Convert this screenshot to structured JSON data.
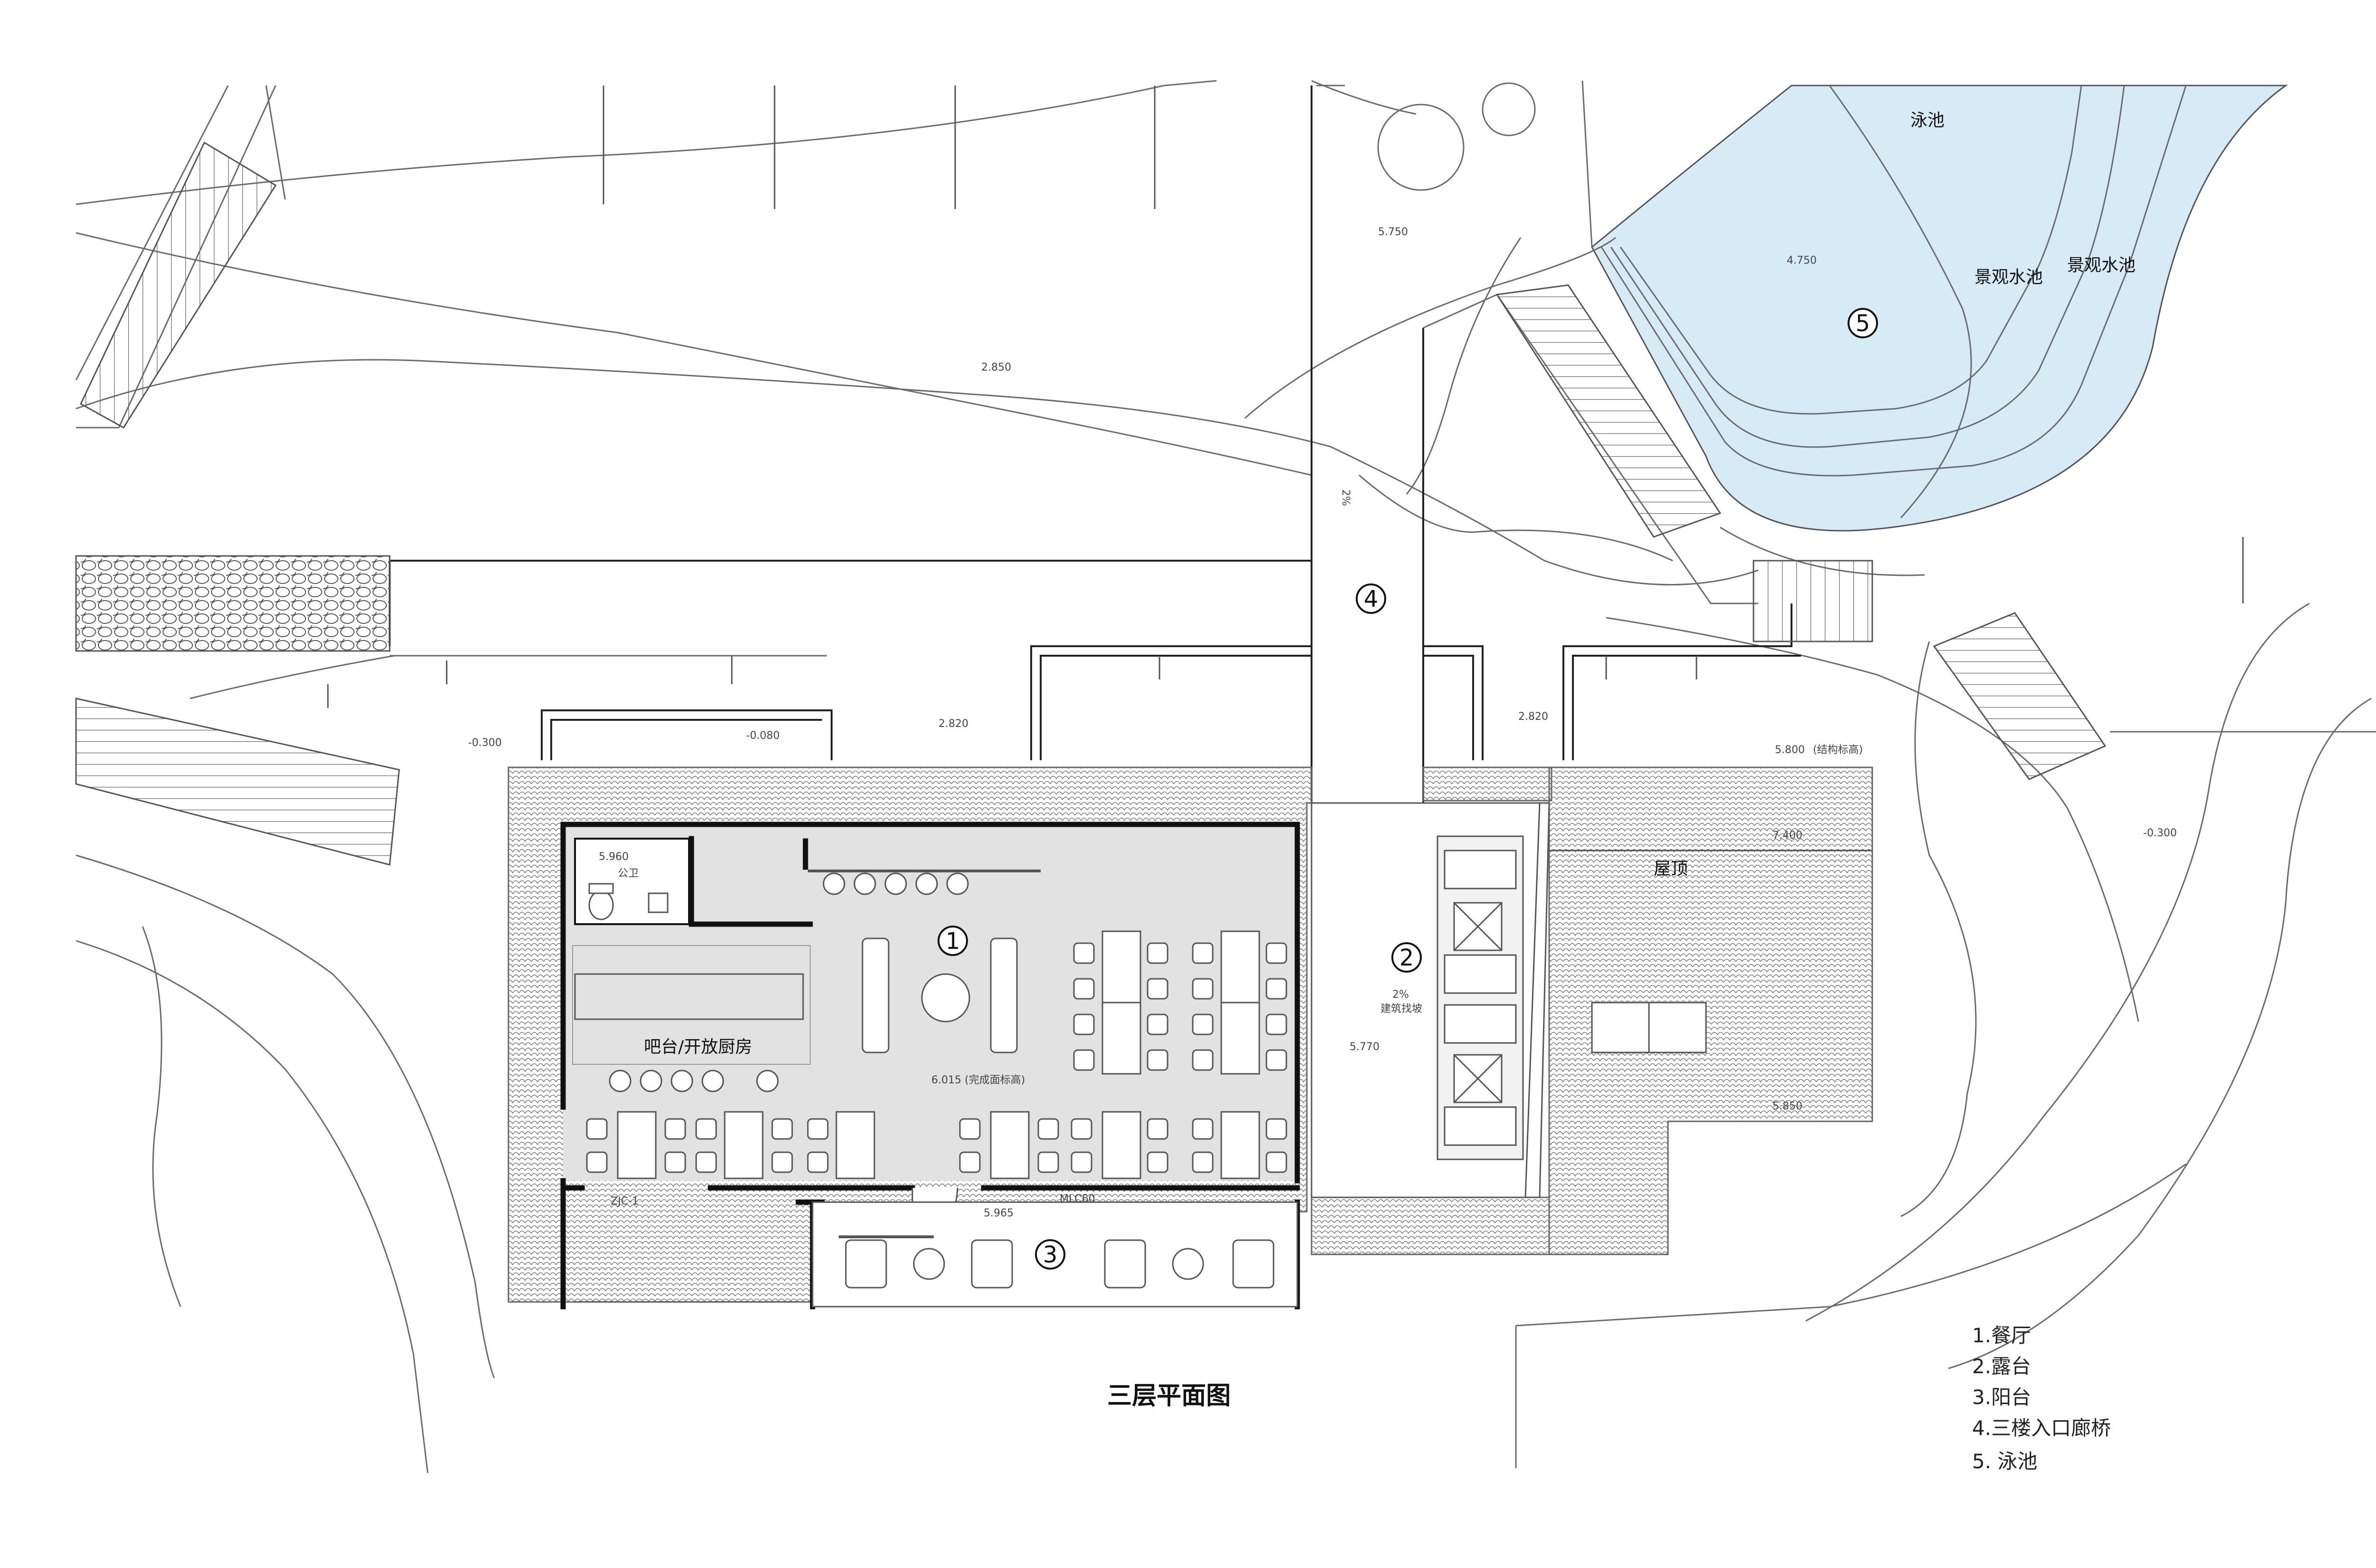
{
  "title": "三层平面图",
  "legend": [
    "1.餐厅",
    "2.露台",
    "3.阳台",
    "4.三楼入口廊桥",
    "5. 泳池"
  ],
  "markers": [
    "1",
    "2",
    "3",
    "4",
    "5"
  ],
  "rooms": {
    "bar_kitchen": "吧台/开放厨房",
    "wc": "公卫",
    "roof": "屋顶",
    "pool": "泳池",
    "landscape_pool_1": "景观水池",
    "landscape_pool_2": "景观水池"
  },
  "elevations": {
    "e5750": "5.750",
    "e4750": "4.750",
    "e2850": "2.850",
    "e_m0300_left": "-0.300",
    "e_m0080": "-0.080",
    "e2820_left": "2.820",
    "e2820_right": "2.820",
    "e5800": "5.800",
    "e7400": "7.400",
    "e_m0300_right": "-0.300",
    "e6015": "6.015",
    "e5965": "5.965",
    "e5770": "5.770",
    "e5850": "5.850",
    "e5960": "5.960"
  },
  "notes": {
    "slope_terrace": "2%",
    "terrace_note": "建筑找坡",
    "slope_bridge": "2%",
    "door_code": "MLC60",
    "window_code": "ZJC-1",
    "unit_label": "(结构标高)",
    "finish_label": "(完成面标高)"
  },
  "colors": {
    "pool_fill": "#d6ebf5",
    "line": "#6b6b6b",
    "wall": "#111111",
    "floor_fill": "#e2e2e2"
  }
}
